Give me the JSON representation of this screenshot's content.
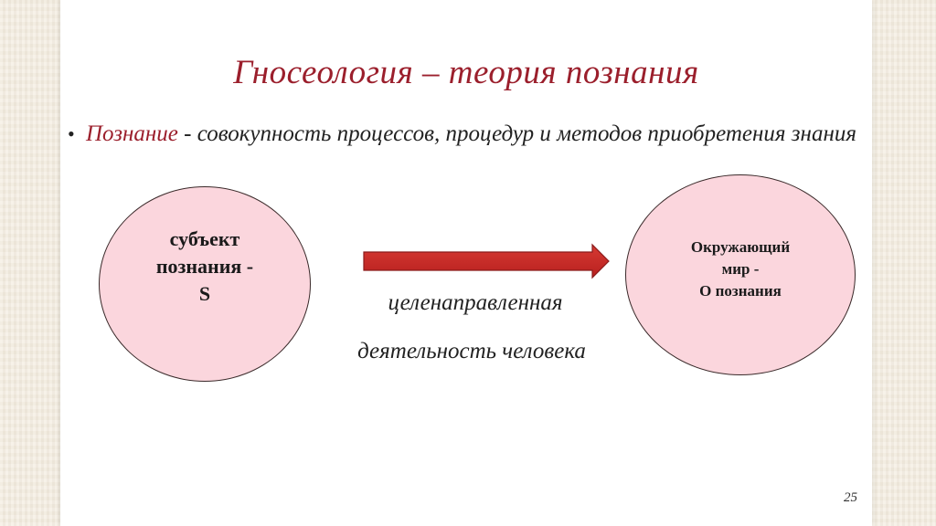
{
  "slide": {
    "title": "Гносеология – теория познания",
    "bullet": {
      "term": "Познание",
      "definition": " - совокупность процессов, процедур и методов приобретения знания"
    },
    "subject": {
      "line1": "субъект",
      "line2": "познания -",
      "line3": "S"
    },
    "object": {
      "line1": "Окружающий",
      "line2": "мир -",
      "line3": "О познания"
    },
    "caption_line1": "целенаправленная",
    "caption_line2": "деятельность человека",
    "page_number": "25"
  },
  "colors": {
    "title": "#9b1f2c",
    "circle_fill": "#fbd6dd",
    "arrow_fill": "#c9302c"
  }
}
